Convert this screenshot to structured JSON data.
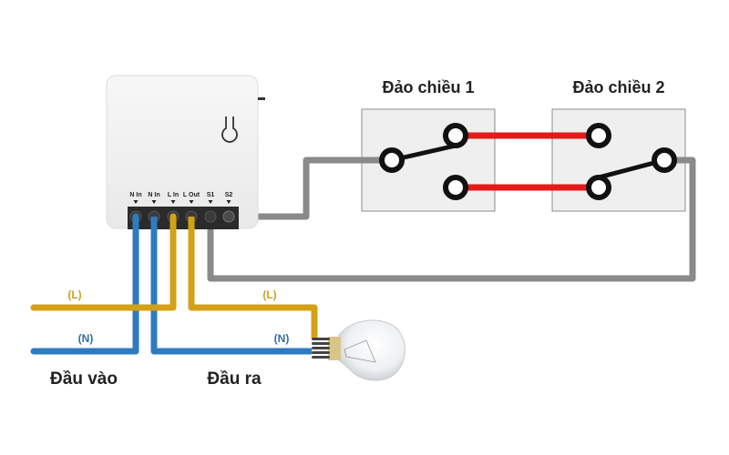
{
  "device": {
    "terminals": [
      "N In",
      "N In",
      "L In",
      "L Out",
      "S1",
      "S2"
    ]
  },
  "switches": [
    {
      "title": "Đảo chiều 1"
    },
    {
      "title": "Đảo chiều 2"
    }
  ],
  "wire_labels": {
    "input_live": "(L)",
    "input_neutral": "(N)",
    "output_live": "(L)",
    "output_neutral": "(N)"
  },
  "section_labels": {
    "input": "Đầu vào",
    "output": "Đầu ra"
  },
  "colors": {
    "live": "#D4A017",
    "neutral": "#2F7BC0",
    "switch_wire": "#8A8A8A",
    "traveler": "#E31B1B",
    "contact": "#111111",
    "box_fill": "#EFEFEF",
    "label_live": "#C9A227",
    "label_neutral": "#2F6FA8"
  }
}
